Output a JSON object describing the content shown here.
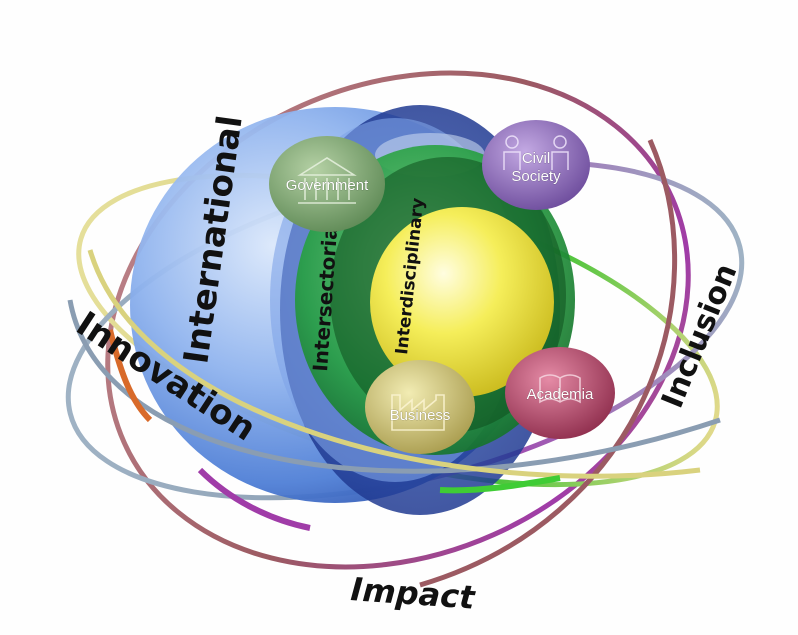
{
  "diagram": {
    "rings": {
      "outer": "International",
      "middle": "Intersectorial",
      "inner": "Interdisciplinary"
    },
    "sectors": {
      "government": "Government",
      "civil_society_line1": "Civil",
      "civil_society_line2": "Society",
      "business": "Business",
      "academia": "Academia"
    },
    "orbits": {
      "innovation": "Innovation",
      "inclusion": "Inclusion",
      "impact": "Impact"
    },
    "colors": {
      "outer_ring": "#4f86e0",
      "middle_ring": "#1f9a3a",
      "inner_core": "#f2e84a",
      "government": "#7ea372",
      "civil_society": "#8c6bb8",
      "business": "#c9c27a",
      "academia": "#b64a6a",
      "orbit_red": "#b06a70",
      "orbit_yellow": "#ded78a",
      "orbit_blue": "#8fa3b8"
    }
  }
}
